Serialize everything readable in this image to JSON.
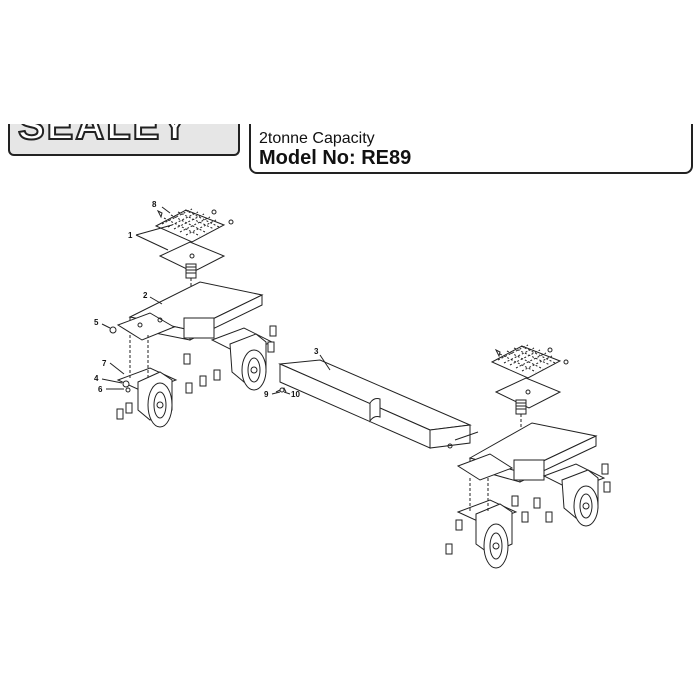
{
  "header": {
    "brand": "SEALEY",
    "subtitle": "2tonne Capacity",
    "model": "Model No: RE89"
  },
  "callouts": {
    "c1": "1",
    "c2": "2",
    "c3": "3",
    "c4": "4",
    "c5": "5",
    "c6": "6",
    "c7": "7",
    "c8": "8",
    "c9": "9",
    "c10": "10"
  },
  "colors": {
    "line": "#222222",
    "fill": "#ffffff"
  }
}
